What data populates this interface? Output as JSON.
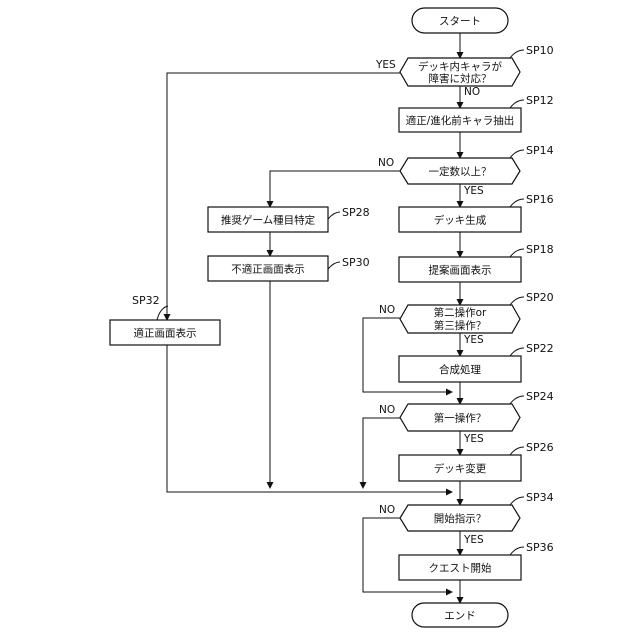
{
  "nodes": {
    "start": "スタート",
    "sp10_line1": "デッキ内キャラが",
    "sp10_line2": "障害に対応？",
    "sp12": "適正/進化前キャラ抽出",
    "sp14": "一定数以上？",
    "sp16": "デッキ生成",
    "sp18": "提案画面表示",
    "sp20_line1": "第二操作or",
    "sp20_line2": "第三操作？",
    "sp22": "合成処理",
    "sp24": "第一操作？",
    "sp26": "デッキ変更",
    "sp28": "推奨ゲーム種目特定",
    "sp30": "不適正画面表示",
    "sp32": "適正画面表示",
    "sp34": "開始指示？",
    "sp36": "クエスト開始",
    "end": "エンド"
  },
  "steps": {
    "sp10": "SP10",
    "sp12": "SP12",
    "sp14": "SP14",
    "sp16": "SP16",
    "sp18": "SP18",
    "sp20": "SP20",
    "sp22": "SP22",
    "sp24": "SP24",
    "sp26": "SP26",
    "sp28": "SP28",
    "sp30": "SP30",
    "sp32": "SP32",
    "sp34": "SP34",
    "sp36": "SP36"
  },
  "branches": {
    "yes": "YES",
    "no": "NO"
  }
}
